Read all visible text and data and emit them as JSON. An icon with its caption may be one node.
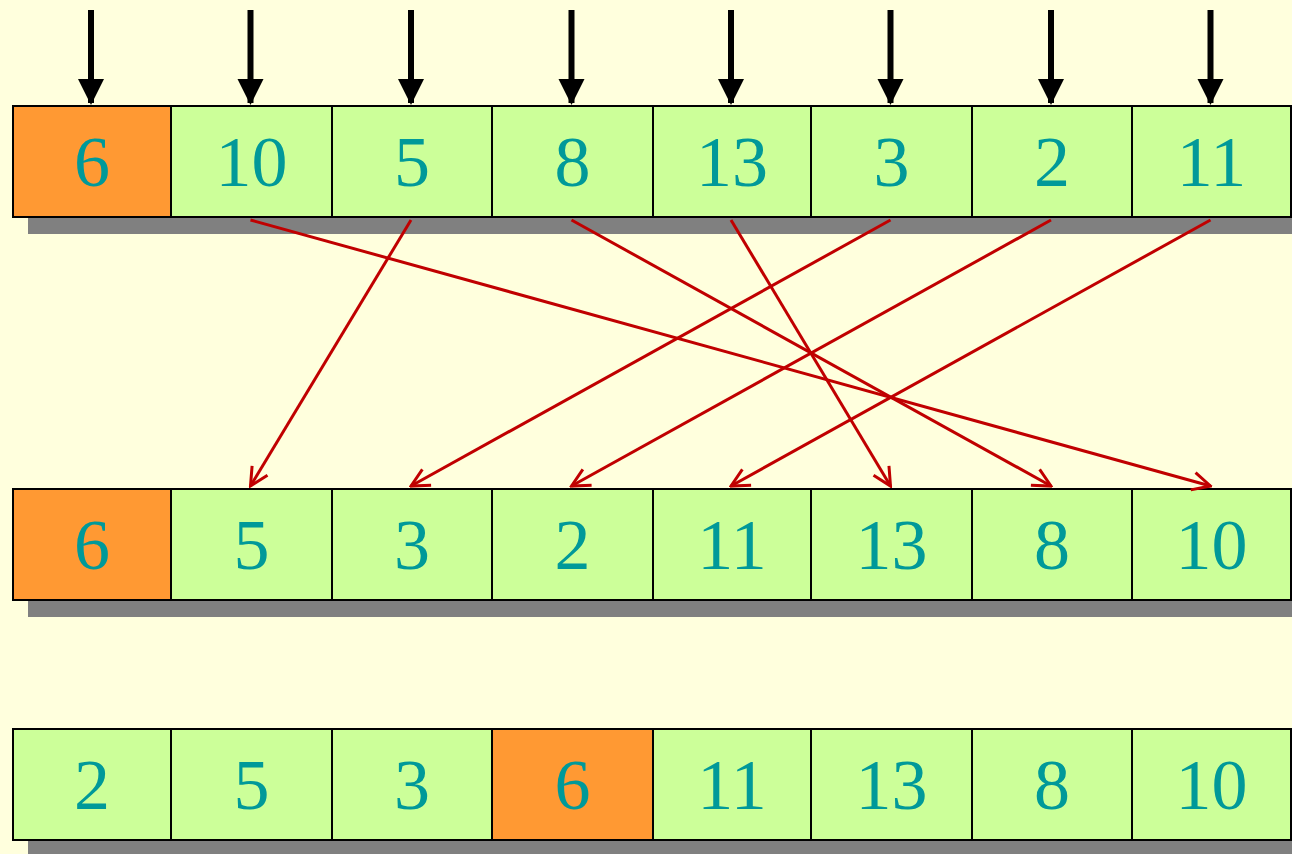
{
  "diagram": {
    "nodes": [
      {
        "text": [
          "6"
        ]
      },
      {
        "text": [
          "10"
        ]
      },
      {
        "text": [
          "5"
        ]
      },
      {
        "text": [
          "8"
        ]
      },
      {
        "text": [
          "13"
        ]
      },
      {
        "text": [
          "3"
        ]
      },
      {
        "text": [
          "2"
        ]
      },
      {
        "text": [
          "11"
        ]
      },
      {
        "text": [
          "6"
        ]
      },
      {
        "text": [
          "5"
        ]
      },
      {
        "text": [
          "3"
        ]
      },
      {
        "text": [
          "2"
        ]
      },
      {
        "text": [
          "11"
        ]
      },
      {
        "text": [
          "13"
        ]
      },
      {
        "text": [
          "8"
        ]
      },
      {
        "text": [
          "10"
        ]
      },
      {
        "text": [
          "2"
        ]
      },
      {
        "text": [
          "5"
        ]
      },
      {
        "text": [
          "3"
        ]
      },
      {
        "text": [
          "6"
        ]
      },
      {
        "text": [
          "11"
        ]
      },
      {
        "text": [
          "13"
        ]
      },
      {
        "text": [
          "8"
        ]
      },
      {
        "text": [
          "10"
        ]
      }
    ],
    "edges": [
      {
        "from": null,
        "to": 0,
        "arrow": "to"
      },
      {
        "from": null,
        "to": 1,
        "arrow": "to"
      },
      {
        "from": null,
        "to": 2,
        "arrow": "to"
      },
      {
        "from": null,
        "to": 3,
        "arrow": "to"
      },
      {
        "from": null,
        "to": 4,
        "arrow": "to"
      },
      {
        "from": null,
        "to": 5,
        "arrow": "to"
      },
      {
        "from": null,
        "to": 6,
        "arrow": "to"
      },
      {
        "from": null,
        "to": 7,
        "arrow": "to"
      },
      {
        "from": 1,
        "to": 15,
        "arrow": "to",
        "color": "#c00000"
      },
      {
        "from": 2,
        "to": 9,
        "arrow": "to",
        "color": "#c00000"
      },
      {
        "from": 3,
        "to": 14,
        "arrow": "to",
        "color": "#c00000"
      },
      {
        "from": 4,
        "to": 13,
        "arrow": "to",
        "color": "#c00000"
      },
      {
        "from": 5,
        "to": 10,
        "arrow": "to",
        "color": "#c00000"
      },
      {
        "from": 6,
        "to": 11,
        "arrow": "to",
        "color": "#c00000"
      },
      {
        "from": 7,
        "to": 12,
        "arrow": "to",
        "color": "#c00000"
      }
    ]
  }
}
